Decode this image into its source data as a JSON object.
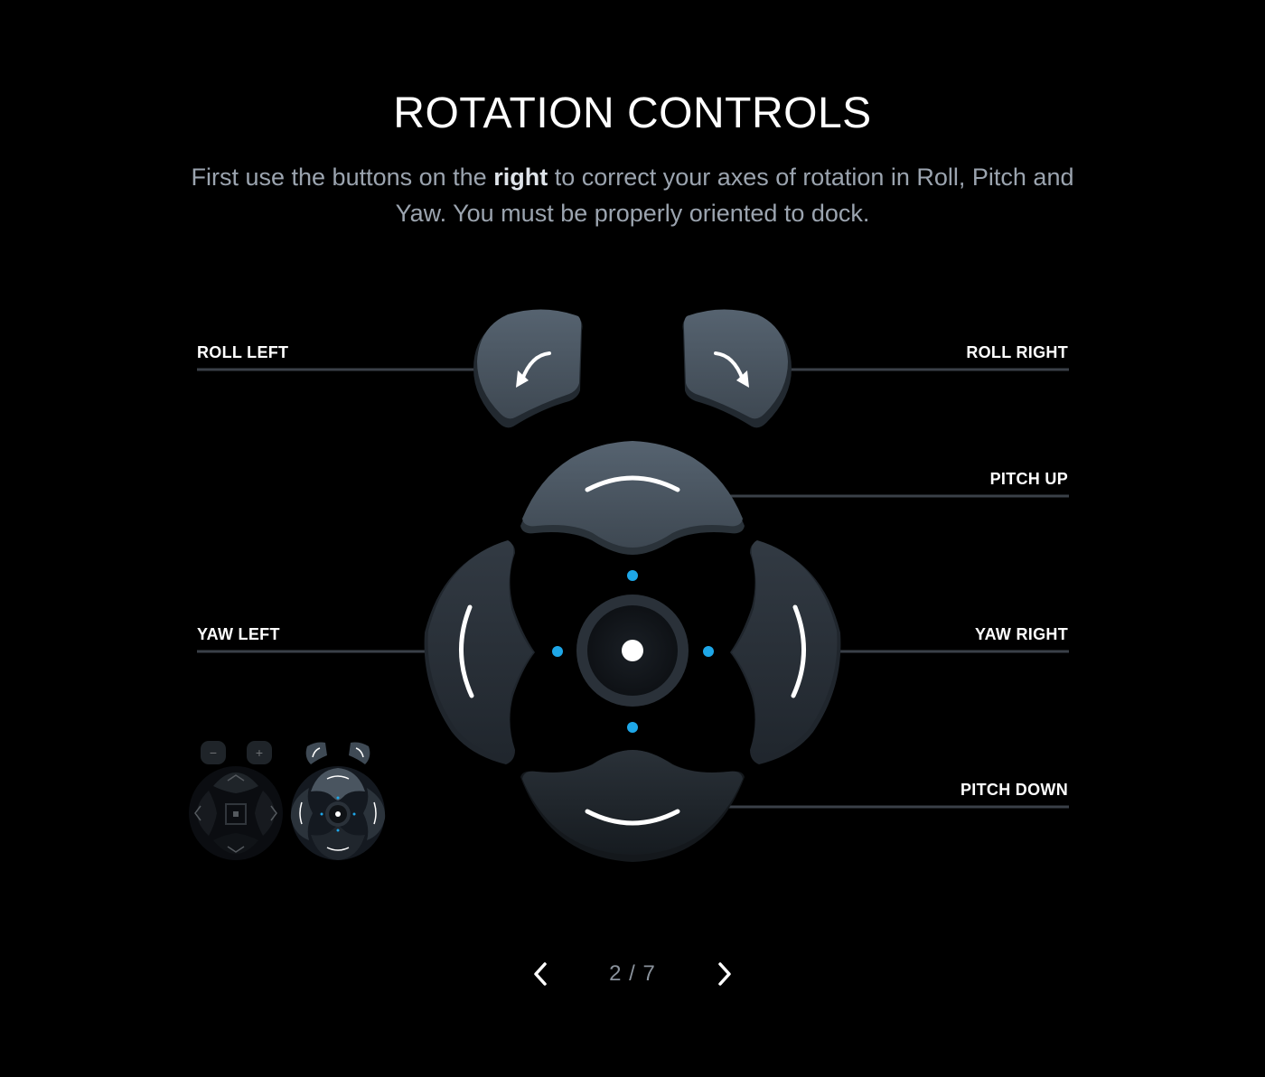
{
  "header": {
    "title": "ROTATION CONTROLS",
    "description_before": "First use the buttons on the ",
    "description_bold": "right",
    "description_after": " to correct your axes of rotation in Roll, Pitch and Yaw. You must be properly oriented to dock."
  },
  "controls": {
    "roll_left": "ROLL LEFT",
    "roll_right": "ROLL RIGHT",
    "pitch_up": "PITCH UP",
    "yaw_left": "YAW LEFT",
    "yaw_right": "YAW RIGHT",
    "pitch_down": "PITCH DOWN"
  },
  "mini_translation": {
    "minus": "−",
    "plus": "+"
  },
  "pager": {
    "current": "2",
    "separator": "/",
    "total": "7",
    "prev_icon": "chevron-left-icon",
    "next_icon": "chevron-right-icon"
  },
  "colors": {
    "background": "#000000",
    "button_top": "#4e5a66",
    "button_dark": "#1f252c",
    "accent_dot": "#1ea7e8",
    "label_line": "#3a4048"
  }
}
